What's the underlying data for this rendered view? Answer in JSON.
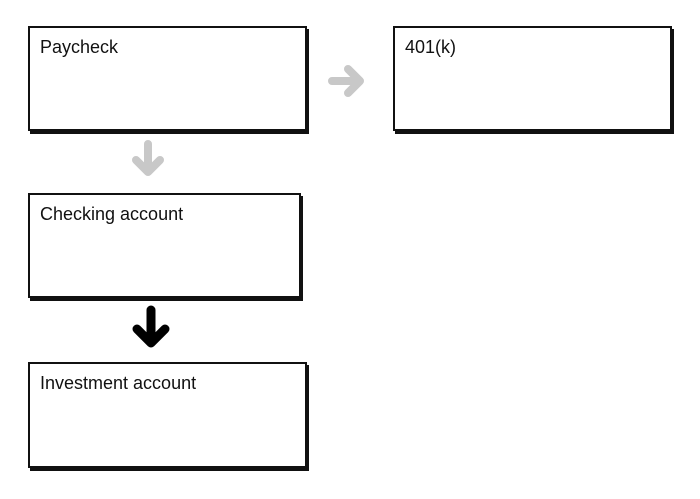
{
  "diagram": {
    "nodes": {
      "paycheck": {
        "label": "Paycheck"
      },
      "retirement_401k": {
        "label": "401(k)"
      },
      "checking": {
        "label": "Checking account"
      },
      "investment": {
        "label": "Investment account"
      }
    },
    "edges": [
      {
        "from": "Paycheck",
        "to": "401(k)",
        "direction": "right",
        "color": "#c8c8c8"
      },
      {
        "from": "Paycheck",
        "to": "Checking account",
        "direction": "down",
        "color": "#c8c8c8"
      },
      {
        "from": "Checking account",
        "to": "Investment account",
        "direction": "down",
        "color": "#000000"
      }
    ]
  }
}
